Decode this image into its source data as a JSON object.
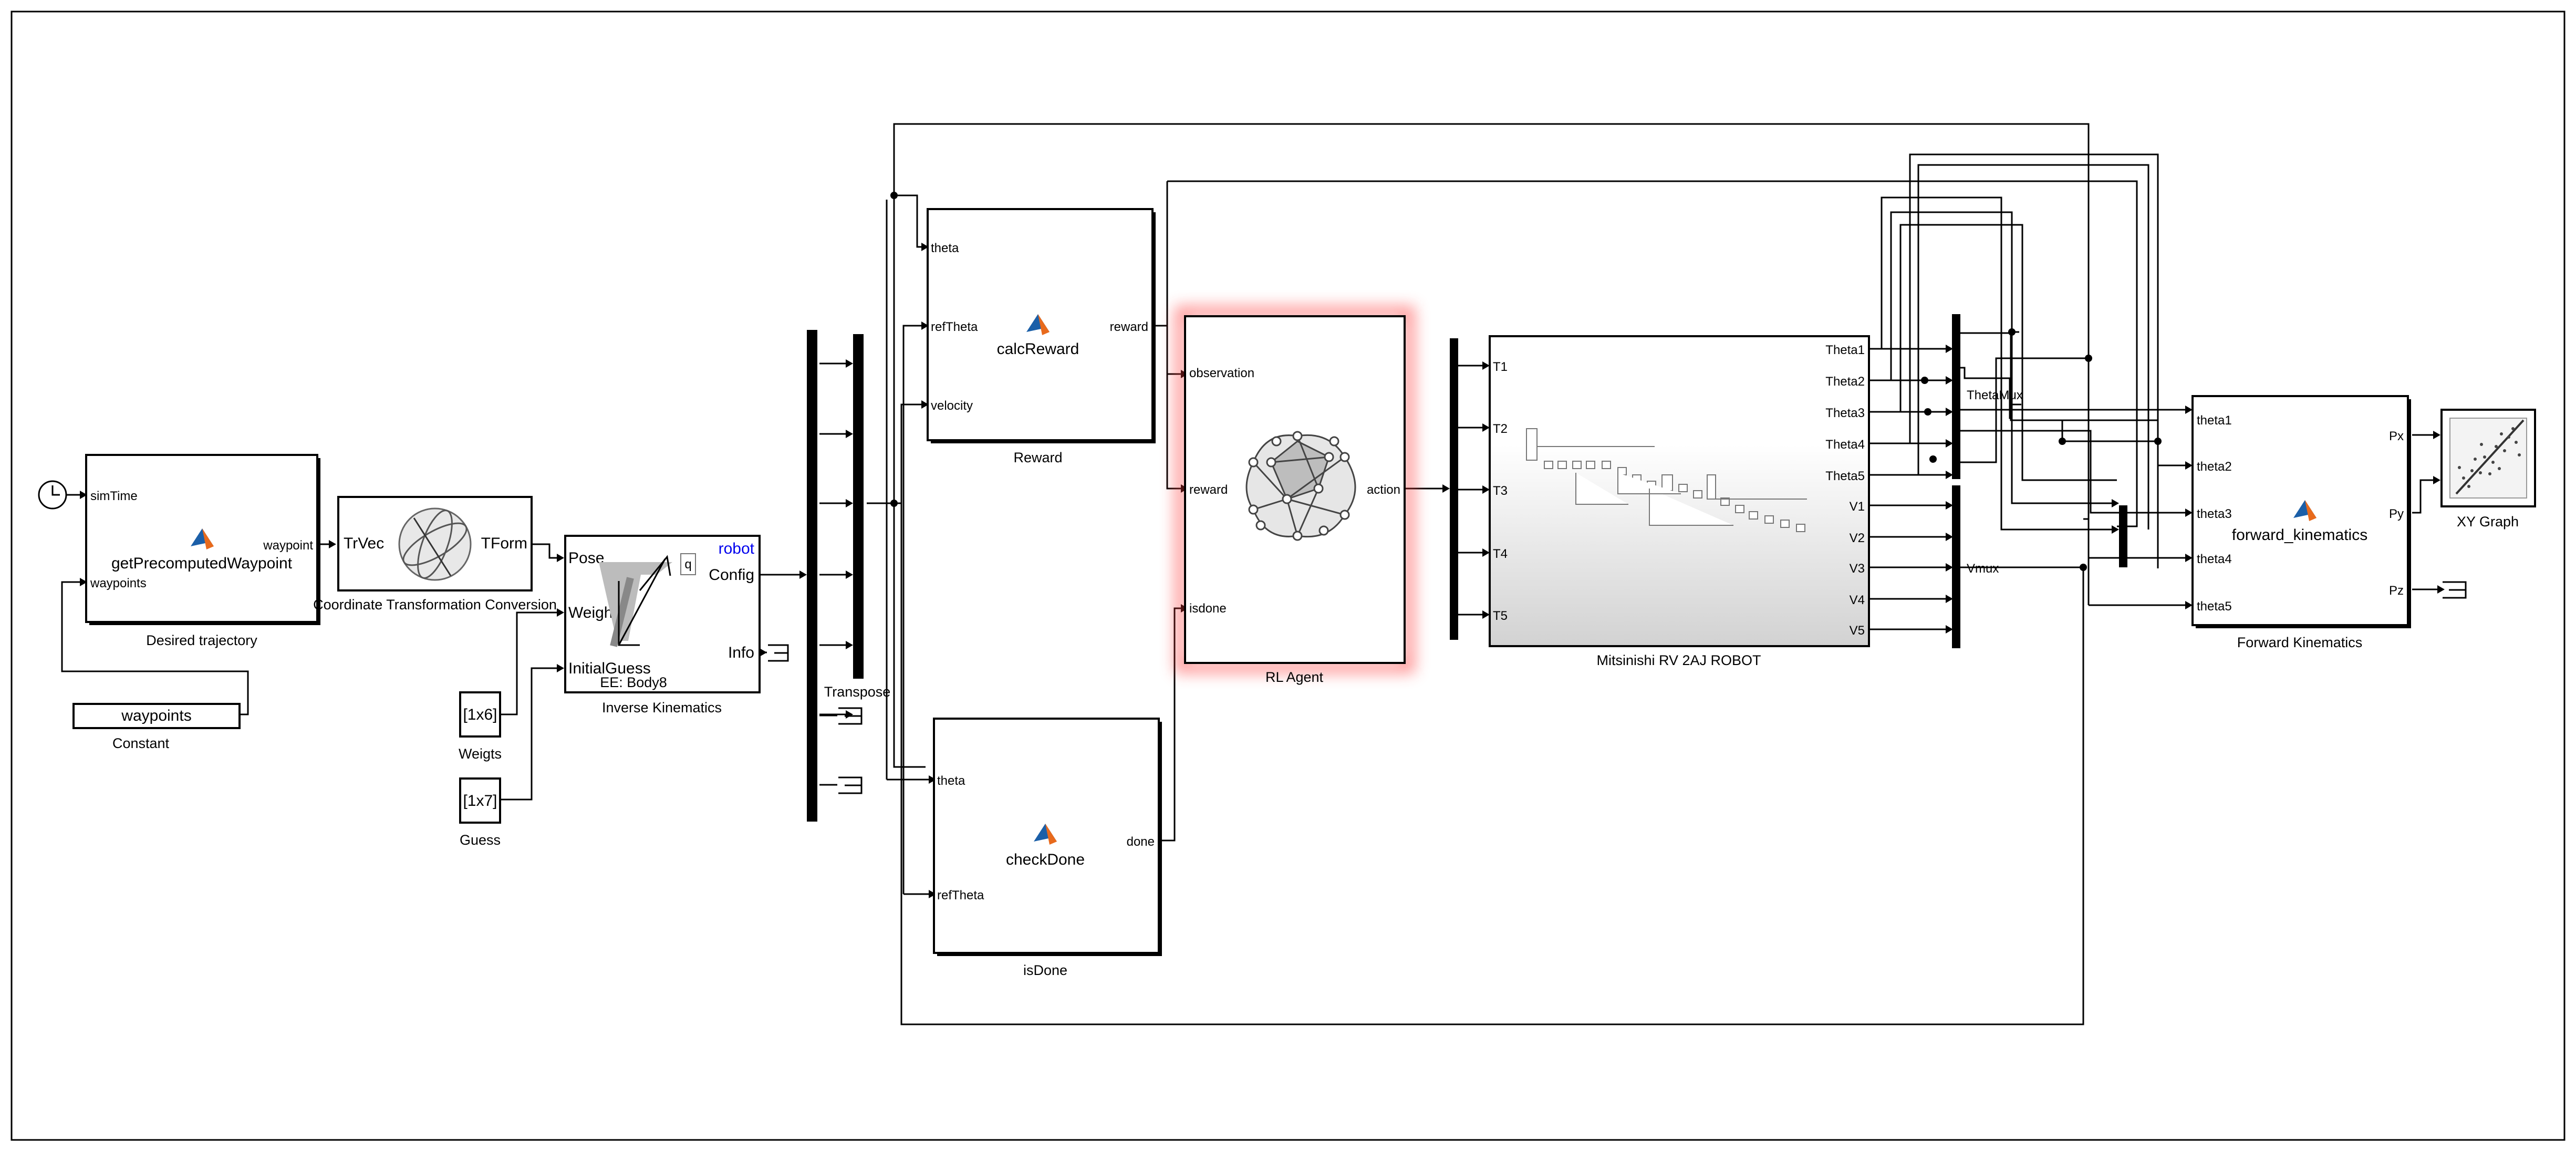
{
  "colors": {
    "agent_glow": "#ff3b3b",
    "robot_label": "#0000ee",
    "matlab_orange": "#e86a1c",
    "matlab_blue": "#1b5fa8"
  },
  "blocks": {
    "desired_trajectory": {
      "name": "Desired trajectory",
      "fn": "getPrecomputedWaypoint",
      "in1": "simTime",
      "in2": "waypoints",
      "out": "waypoint"
    },
    "constant": {
      "name": "Constant",
      "value": "waypoints"
    },
    "coord_transform": {
      "name": "Coordinate Transformation Conversion",
      "in": "TrVec",
      "out": "TForm"
    },
    "inverse_kinematics": {
      "name": "Inverse Kinematics",
      "in1": "Pose",
      "in2": "Weights",
      "in3": "InitialGuess",
      "out1": "Config",
      "out2": "Info",
      "robot": "robot",
      "ee": "EE: Body8",
      "q": "q"
    },
    "weights": {
      "name": "Weigts",
      "value": "[1x6]"
    },
    "guess": {
      "name": "Guess",
      "value": "[1x7]"
    },
    "transpose": {
      "name": "Transpose"
    },
    "reward": {
      "name": "Reward",
      "fn": "calcReward",
      "in1": "theta",
      "in2": "refTheta",
      "in3": "velocity",
      "out": "reward"
    },
    "is_done": {
      "name": "isDone",
      "fn": "checkDone",
      "in1": "theta",
      "in2": "refTheta",
      "out": "done"
    },
    "rl_agent": {
      "name": "RL Agent",
      "in1": "observation",
      "in2": "reward",
      "in3": "isdone",
      "out": "action"
    },
    "robot": {
      "name": "Mitsinishi RV 2AJ ROBOT",
      "inputs": [
        "T1",
        "T2",
        "T3",
        "T4",
        "T5"
      ],
      "outputs": [
        "Theta1",
        "Theta2",
        "Theta3",
        "Theta4",
        "Theta5",
        "V1",
        "V2",
        "V3",
        "V4",
        "V5"
      ]
    },
    "theta_mux": {
      "name": "ThetaMux"
    },
    "vmux": {
      "name": "Vmux"
    },
    "forward_kinematics": {
      "name": "Forward Kinematics",
      "fn": "forward_kinematics",
      "inputs": [
        "theta1",
        "theta2",
        "theta3",
        "theta4",
        "theta5"
      ],
      "outputs": [
        "Px",
        "Py",
        "Pz"
      ]
    },
    "xy_graph": {
      "name": "XY Graph"
    }
  }
}
